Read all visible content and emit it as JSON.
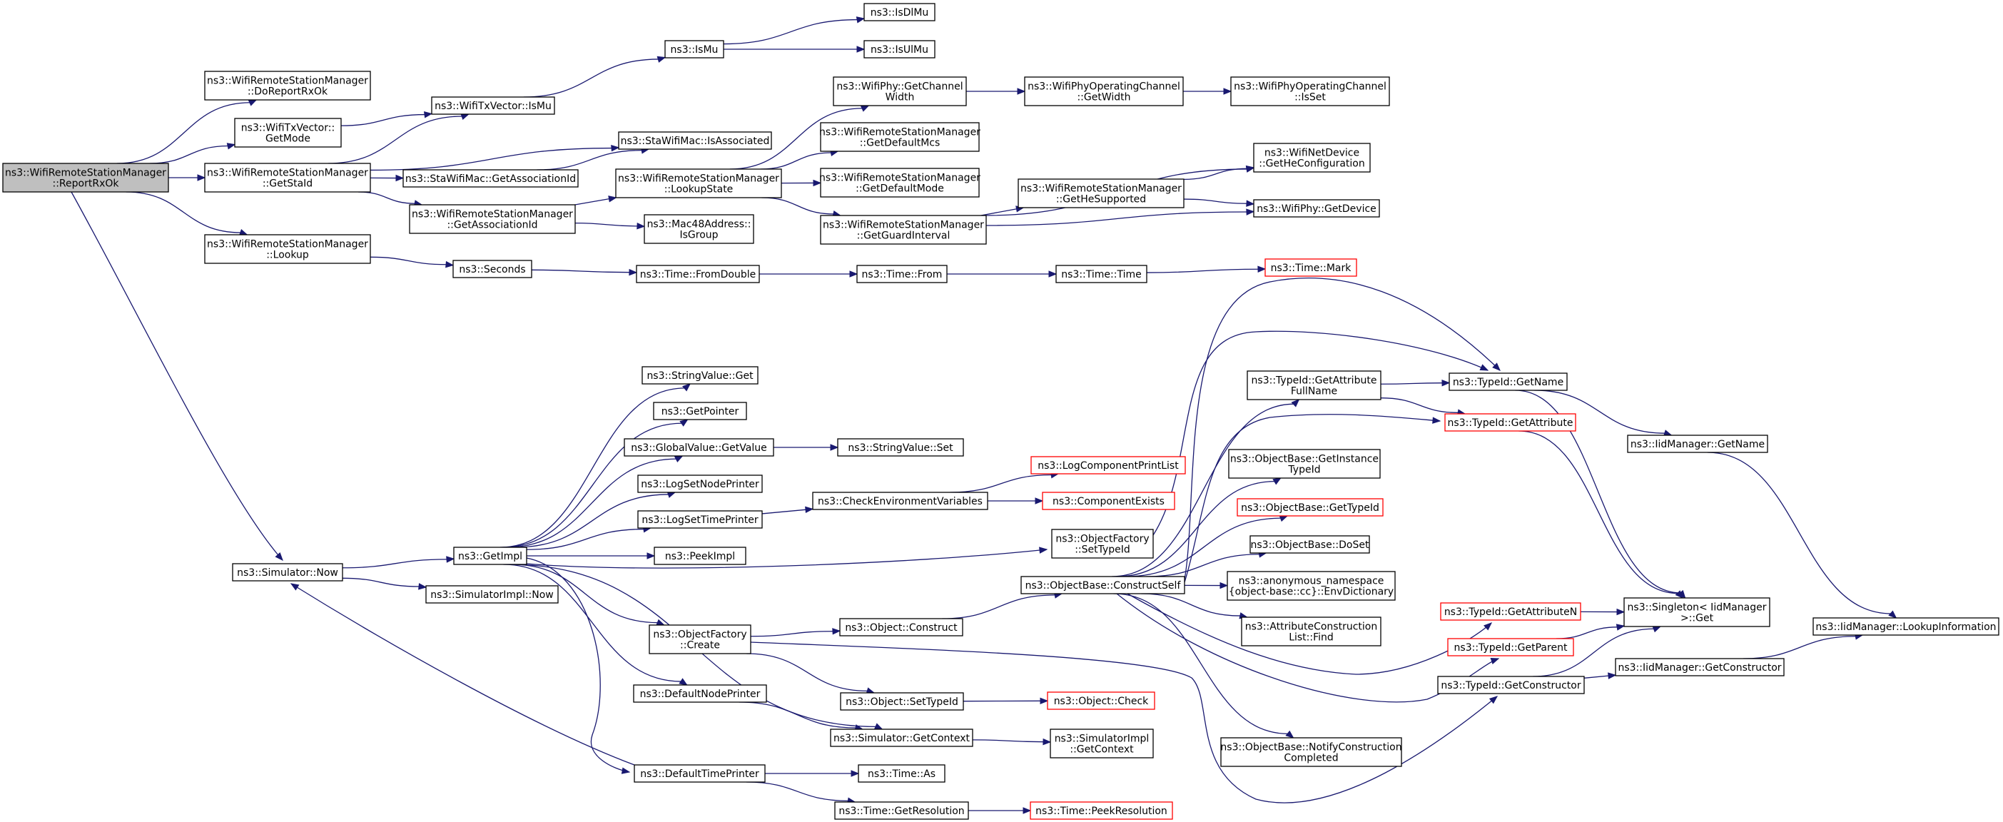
{
  "colors": {
    "edge": "#191970",
    "node_border": "#000000",
    "truncated_border": "#ff0000",
    "root_fill": "#bfbfbf",
    "node_fill": "#ffffff"
  },
  "nodes": [
    {
      "id": "root",
      "lines": [
        "ns3::WifiRemoteStationManager",
        "::ReportRxOk"
      ],
      "style": "root"
    },
    {
      "id": "doReportRxOk",
      "lines": [
        "ns3::WifiRemoteStationManager",
        "::DoReportRxOk"
      ],
      "style": "normal"
    },
    {
      "id": "getMode",
      "lines": [
        "ns3::WifiTxVector::",
        "GetMode"
      ],
      "style": "normal"
    },
    {
      "id": "getStaId",
      "lines": [
        "ns3::WifiRemoteStationManager",
        "::GetStaId"
      ],
      "style": "normal"
    },
    {
      "id": "lookup",
      "lines": [
        "ns3::WifiRemoteStationManager",
        "::Lookup"
      ],
      "style": "normal"
    },
    {
      "id": "simNow",
      "lines": [
        "ns3::Simulator::Now"
      ],
      "style": "normal"
    },
    {
      "id": "isMuTx",
      "lines": [
        "ns3::WifiTxVector::IsMu"
      ],
      "style": "normal"
    },
    {
      "id": "isMu",
      "lines": [
        "ns3::IsMu"
      ],
      "style": "normal"
    },
    {
      "id": "isDlMu",
      "lines": [
        "ns3::IsDlMu"
      ],
      "style": "normal"
    },
    {
      "id": "isUlMu",
      "lines": [
        "ns3::IsUlMu"
      ],
      "style": "normal"
    },
    {
      "id": "isAssociated",
      "lines": [
        "ns3::StaWifiMac::IsAssociated"
      ],
      "style": "normal"
    },
    {
      "id": "staGetAssocId",
      "lines": [
        "ns3::StaWifiMac::GetAssociationId"
      ],
      "style": "normal"
    },
    {
      "id": "wrsmGetAssocId",
      "lines": [
        "ns3::WifiRemoteStationManager",
        "::GetAssociationId"
      ],
      "style": "normal"
    },
    {
      "id": "lookupState",
      "lines": [
        "ns3::WifiRemoteStationManager",
        "::LookupState"
      ],
      "style": "normal"
    },
    {
      "id": "macIsGroup",
      "lines": [
        "ns3::Mac48Address::",
        "IsGroup"
      ],
      "style": "normal"
    },
    {
      "id": "getChannelWidth",
      "lines": [
        "ns3::WifiPhy::GetChannel",
        "Width"
      ],
      "style": "normal"
    },
    {
      "id": "getDefaultMcs",
      "lines": [
        "ns3::WifiRemoteStationManager",
        "::GetDefaultMcs"
      ],
      "style": "normal"
    },
    {
      "id": "getDefaultMode",
      "lines": [
        "ns3::WifiRemoteStationManager",
        "::GetDefaultMode"
      ],
      "style": "normal"
    },
    {
      "id": "getGuardInterval",
      "lines": [
        "ns3::WifiRemoteStationManager",
        "::GetGuardInterval"
      ],
      "style": "normal"
    },
    {
      "id": "opGetWidth",
      "lines": [
        "ns3::WifiPhyOperatingChannel",
        "::GetWidth"
      ],
      "style": "normal"
    },
    {
      "id": "opIsSet",
      "lines": [
        "ns3::WifiPhyOperatingChannel",
        "::IsSet"
      ],
      "style": "normal"
    },
    {
      "id": "getHeSupported",
      "lines": [
        "ns3::WifiRemoteStationManager",
        "::GetHeSupported"
      ],
      "style": "normal"
    },
    {
      "id": "getHeConfig",
      "lines": [
        "ns3::WifiNetDevice",
        "::GetHeConfiguration"
      ],
      "style": "normal"
    },
    {
      "id": "phyGetDevice",
      "lines": [
        "ns3::WifiPhy::GetDevice"
      ],
      "style": "normal"
    },
    {
      "id": "seconds",
      "lines": [
        "ns3::Seconds"
      ],
      "style": "normal"
    },
    {
      "id": "fromDouble",
      "lines": [
        "ns3::Time::FromDouble"
      ],
      "style": "normal"
    },
    {
      "id": "timeFrom",
      "lines": [
        "ns3::Time::From"
      ],
      "style": "normal"
    },
    {
      "id": "timeTime",
      "lines": [
        "ns3::Time::Time"
      ],
      "style": "normal"
    },
    {
      "id": "timeMark",
      "lines": [
        "ns3::Time::Mark"
      ],
      "style": "truncated"
    },
    {
      "id": "getImpl",
      "lines": [
        "ns3::GetImpl"
      ],
      "style": "normal"
    },
    {
      "id": "simImplNow",
      "lines": [
        "ns3::SimulatorImpl::Now"
      ],
      "style": "normal"
    },
    {
      "id": "stringValueGet",
      "lines": [
        "ns3::StringValue::Get"
      ],
      "style": "normal"
    },
    {
      "id": "getPointer",
      "lines": [
        "ns3::GetPointer"
      ],
      "style": "normal"
    },
    {
      "id": "globalValueGet",
      "lines": [
        "ns3::GlobalValue::GetValue"
      ],
      "style": "normal"
    },
    {
      "id": "stringValueSet",
      "lines": [
        "ns3::StringValue::Set"
      ],
      "style": "normal"
    },
    {
      "id": "logSetNodePrinter",
      "lines": [
        "ns3::LogSetNodePrinter"
      ],
      "style": "normal"
    },
    {
      "id": "logSetTimePrinter",
      "lines": [
        "ns3::LogSetTimePrinter"
      ],
      "style": "normal"
    },
    {
      "id": "checkEnv",
      "lines": [
        "ns3::CheckEnvironmentVariables"
      ],
      "style": "normal"
    },
    {
      "id": "logCompPrintList",
      "lines": [
        "ns3::LogComponentPrintList"
      ],
      "style": "truncated"
    },
    {
      "id": "componentExists",
      "lines": [
        "ns3::ComponentExists"
      ],
      "style": "truncated"
    },
    {
      "id": "peekImpl",
      "lines": [
        "ns3::PeekImpl"
      ],
      "style": "normal"
    },
    {
      "id": "ofCreate",
      "lines": [
        "ns3::ObjectFactory",
        "::Create"
      ],
      "style": "normal"
    },
    {
      "id": "defaultNodePrinter",
      "lines": [
        "ns3::DefaultNodePrinter"
      ],
      "style": "normal"
    },
    {
      "id": "defaultTimePrinter",
      "lines": [
        "ns3::DefaultTimePrinter"
      ],
      "style": "normal"
    },
    {
      "id": "objConstruct",
      "lines": [
        "ns3::Object::Construct"
      ],
      "style": "normal"
    },
    {
      "id": "objSetTypeId",
      "lines": [
        "ns3::Object::SetTypeId"
      ],
      "style": "normal"
    },
    {
      "id": "objCheck",
      "lines": [
        "ns3::Object::Check"
      ],
      "style": "truncated"
    },
    {
      "id": "simGetContext",
      "lines": [
        "ns3::Simulator::GetContext"
      ],
      "style": "normal"
    },
    {
      "id": "simImplGetContext",
      "lines": [
        "ns3::SimulatorImpl",
        "::GetContext"
      ],
      "style": "normal"
    },
    {
      "id": "timeAs",
      "lines": [
        "ns3::Time::As"
      ],
      "style": "normal"
    },
    {
      "id": "timeGetResolution",
      "lines": [
        "ns3::Time::GetResolution"
      ],
      "style": "normal"
    },
    {
      "id": "timePeekResolution",
      "lines": [
        "ns3::Time::PeekResolution"
      ],
      "style": "truncated"
    },
    {
      "id": "ofSetTypeId",
      "lines": [
        "ns3::ObjectFactory",
        "::SetTypeId"
      ],
      "style": "normal"
    },
    {
      "id": "constructSelf",
      "lines": [
        "ns3::ObjectBase::ConstructSelf"
      ],
      "style": "normal"
    },
    {
      "id": "getAttrFullName",
      "lines": [
        "ns3::TypeId::GetAttribute",
        "FullName"
      ],
      "style": "normal"
    },
    {
      "id": "typeIdGetName",
      "lines": [
        "ns3::TypeId::GetName"
      ],
      "style": "normal"
    },
    {
      "id": "typeIdGetAttribute",
      "lines": [
        "ns3::TypeId::GetAttribute"
      ],
      "style": "truncated"
    },
    {
      "id": "iidGetName",
      "lines": [
        "ns3::IidManager::GetName"
      ],
      "style": "normal"
    },
    {
      "id": "getInstanceTypeId",
      "lines": [
        "ns3::ObjectBase::GetInstance",
        "TypeId"
      ],
      "style": "normal"
    },
    {
      "id": "obGetTypeId",
      "lines": [
        "ns3::ObjectBase::GetTypeId"
      ],
      "style": "truncated"
    },
    {
      "id": "doSet",
      "lines": [
        "ns3::ObjectBase::DoSet"
      ],
      "style": "normal"
    },
    {
      "id": "envDictionary",
      "lines": [
        "ns3::anonymous_namespace",
        "{object-base::cc}::EnvDictionary"
      ],
      "style": "normal"
    },
    {
      "id": "attrConstrFind",
      "lines": [
        "ns3::AttributeConstruction",
        "List::Find"
      ],
      "style": "normal"
    },
    {
      "id": "notifyConstr",
      "lines": [
        "ns3::ObjectBase::NotifyConstruction",
        "Completed"
      ],
      "style": "normal"
    },
    {
      "id": "getAttributeN",
      "lines": [
        "ns3::TypeId::GetAttributeN"
      ],
      "style": "truncated"
    },
    {
      "id": "getParent",
      "lines": [
        "ns3::TypeId::GetParent"
      ],
      "style": "truncated"
    },
    {
      "id": "typeIdGetConstructor",
      "lines": [
        "ns3::TypeId::GetConstructor"
      ],
      "style": "normal"
    },
    {
      "id": "singletonGet",
      "lines": [
        "ns3::Singleton< IidManager",
        " >::Get"
      ],
      "style": "normal"
    },
    {
      "id": "iidGetConstructor",
      "lines": [
        "ns3::IidManager::GetConstructor"
      ],
      "style": "normal"
    },
    {
      "id": "iidLookupInfo",
      "lines": [
        "ns3::IidManager::LookupInformation"
      ],
      "style": "normal"
    }
  ],
  "edges": [
    [
      "root",
      "doReportRxOk"
    ],
    [
      "root",
      "getMode"
    ],
    [
      "root",
      "getStaId"
    ],
    [
      "root",
      "lookup"
    ],
    [
      "root",
      "simNow"
    ],
    [
      "getMode",
      "isMuTx"
    ],
    [
      "getStaId",
      "isMuTx"
    ],
    [
      "getStaId",
      "isAssociated"
    ],
    [
      "getStaId",
      "staGetAssocId"
    ],
    [
      "getStaId",
      "wrsmGetAssocId"
    ],
    [
      "isMuTx",
      "isMu"
    ],
    [
      "isMu",
      "isDlMu"
    ],
    [
      "isMu",
      "isUlMu"
    ],
    [
      "staGetAssocId",
      "isAssociated"
    ],
    [
      "wrsmGetAssocId",
      "lookupState"
    ],
    [
      "wrsmGetAssocId",
      "macIsGroup"
    ],
    [
      "lookupState",
      "getChannelWidth"
    ],
    [
      "lookupState",
      "getDefaultMcs"
    ],
    [
      "lookupState",
      "getDefaultMode"
    ],
    [
      "lookupState",
      "getGuardInterval"
    ],
    [
      "getChannelWidth",
      "opGetWidth"
    ],
    [
      "opGetWidth",
      "opIsSet"
    ],
    [
      "getGuardInterval",
      "getHeSupported"
    ],
    [
      "getGuardInterval",
      "getHeConfig"
    ],
    [
      "getGuardInterval",
      "phyGetDevice"
    ],
    [
      "getHeSupported",
      "getHeConfig"
    ],
    [
      "getHeSupported",
      "phyGetDevice"
    ],
    [
      "lookup",
      "seconds"
    ],
    [
      "seconds",
      "fromDouble"
    ],
    [
      "fromDouble",
      "timeFrom"
    ],
    [
      "timeFrom",
      "timeTime"
    ],
    [
      "timeTime",
      "timeMark"
    ],
    [
      "simNow",
      "getImpl"
    ],
    [
      "simNow",
      "simImplNow"
    ],
    [
      "getImpl",
      "stringValueGet"
    ],
    [
      "getImpl",
      "getPointer"
    ],
    [
      "getImpl",
      "globalValueGet"
    ],
    [
      "getImpl",
      "logSetNodePrinter"
    ],
    [
      "getImpl",
      "logSetTimePrinter"
    ],
    [
      "getImpl",
      "peekImpl"
    ],
    [
      "getImpl",
      "ofSetTypeId"
    ],
    [
      "getImpl",
      "ofCreate"
    ],
    [
      "getImpl",
      "defaultNodePrinter"
    ],
    [
      "getImpl",
      "simGetContext"
    ],
    [
      "getImpl",
      "defaultTimePrinter"
    ],
    [
      "globalValueGet",
      "stringValueSet"
    ],
    [
      "logSetTimePrinter",
      "checkEnv"
    ],
    [
      "checkEnv",
      "logCompPrintList"
    ],
    [
      "checkEnv",
      "componentExists"
    ],
    [
      "ofSetTypeId",
      "typeIdGetName"
    ],
    [
      "ofCreate",
      "objConstruct"
    ],
    [
      "ofCreate",
      "objSetTypeId"
    ],
    [
      "ofCreate",
      "typeIdGetConstructor"
    ],
    [
      "objConstruct",
      "constructSelf"
    ],
    [
      "objSetTypeId",
      "objCheck"
    ],
    [
      "defaultNodePrinter",
      "simGetContext"
    ],
    [
      "simGetContext",
      "simImplGetContext"
    ],
    [
      "defaultTimePrinter",
      "simNow"
    ],
    [
      "defaultTimePrinter",
      "timeAs"
    ],
    [
      "defaultTimePrinter",
      "timeGetResolution"
    ],
    [
      "timeGetResolution",
      "timePeekResolution"
    ],
    [
      "constructSelf",
      "getAttrFullName"
    ],
    [
      "constructSelf",
      "typeIdGetName"
    ],
    [
      "constructSelf",
      "typeIdGetAttribute"
    ],
    [
      "constructSelf",
      "getInstanceTypeId"
    ],
    [
      "constructSelf",
      "obGetTypeId"
    ],
    [
      "constructSelf",
      "doSet"
    ],
    [
      "constructSelf",
      "envDictionary"
    ],
    [
      "constructSelf",
      "attrConstrFind"
    ],
    [
      "constructSelf",
      "notifyConstr"
    ],
    [
      "constructSelf",
      "getAttributeN"
    ],
    [
      "constructSelf",
      "getParent"
    ],
    [
      "getAttrFullName",
      "typeIdGetName"
    ],
    [
      "getAttrFullName",
      "typeIdGetAttribute"
    ],
    [
      "typeIdGetName",
      "iidGetName"
    ],
    [
      "typeIdGetName",
      "singletonGet"
    ],
    [
      "typeIdGetAttribute",
      "singletonGet"
    ],
    [
      "iidGetName",
      "iidLookupInfo"
    ],
    [
      "getAttributeN",
      "singletonGet"
    ],
    [
      "getParent",
      "singletonGet"
    ],
    [
      "typeIdGetConstructor",
      "singletonGet"
    ],
    [
      "typeIdGetConstructor",
      "iidGetConstructor"
    ],
    [
      "iidGetConstructor",
      "iidLookupInfo"
    ]
  ]
}
